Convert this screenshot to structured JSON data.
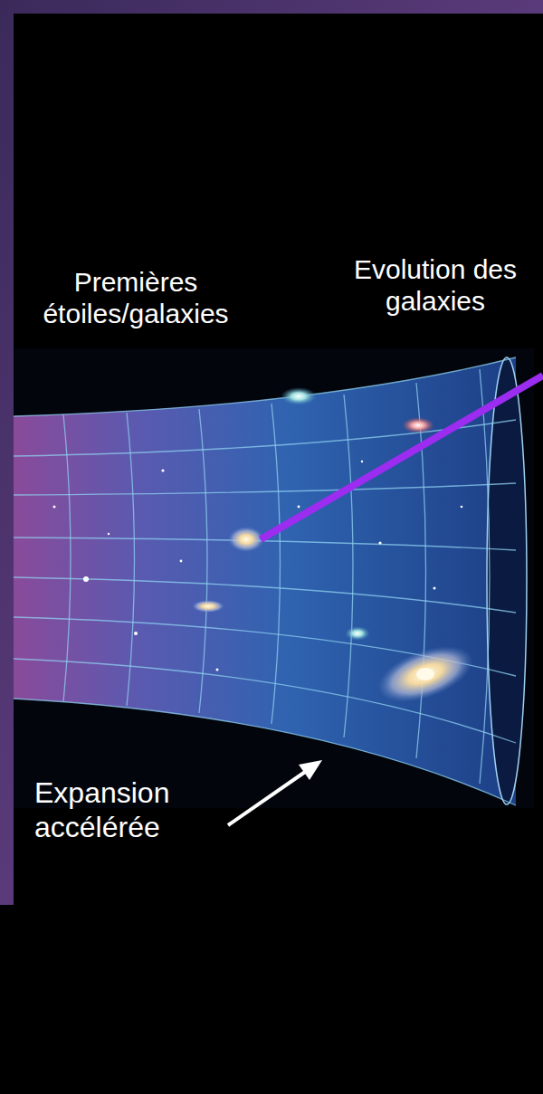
{
  "diagram": {
    "labels": [
      "Premières étoiles/galaxies",
      "Evolution des galaxies",
      "Expansion accélérée"
    ]
  }
}
